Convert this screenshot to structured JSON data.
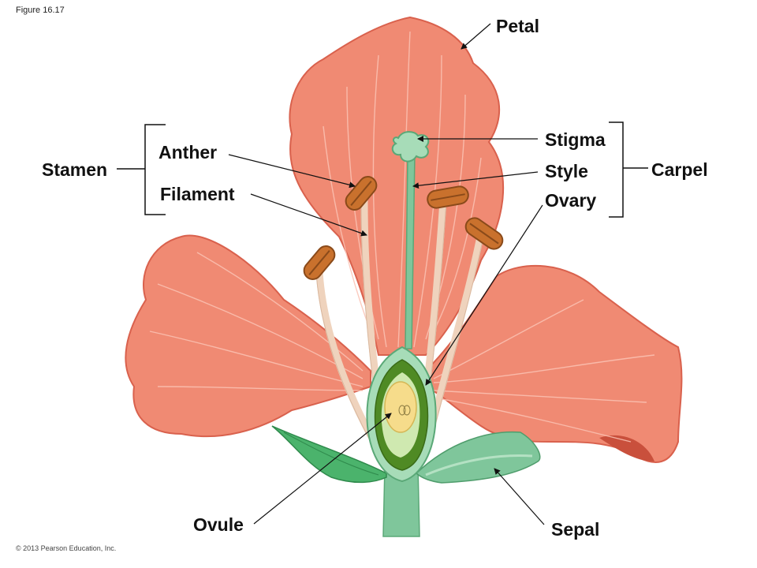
{
  "figure_label": "Figure 16.17",
  "credit": "© 2013 Pearson Education, Inc.",
  "labels": {
    "petal": "Petal",
    "stigma": "Stigma",
    "style": "Style",
    "ovary": "Ovary",
    "carpel": "Carpel",
    "anther": "Anther",
    "filament": "Filament",
    "stamen": "Stamen",
    "ovule": "Ovule",
    "sepal": "Sepal"
  },
  "colors": {
    "petal": "#f08a73",
    "petal_dark": "#d9614d",
    "petal_vein": "#fbc3b4",
    "stem": "#7fc69b",
    "stem_dark": "#5aa877",
    "anther": "#c9712d",
    "anther_dark": "#8a4a1a",
    "filament": "#efd3bd",
    "ovary_inner": "#4f8a24",
    "ovule": "#f6dc8b",
    "sepal": "#4bb36c"
  }
}
